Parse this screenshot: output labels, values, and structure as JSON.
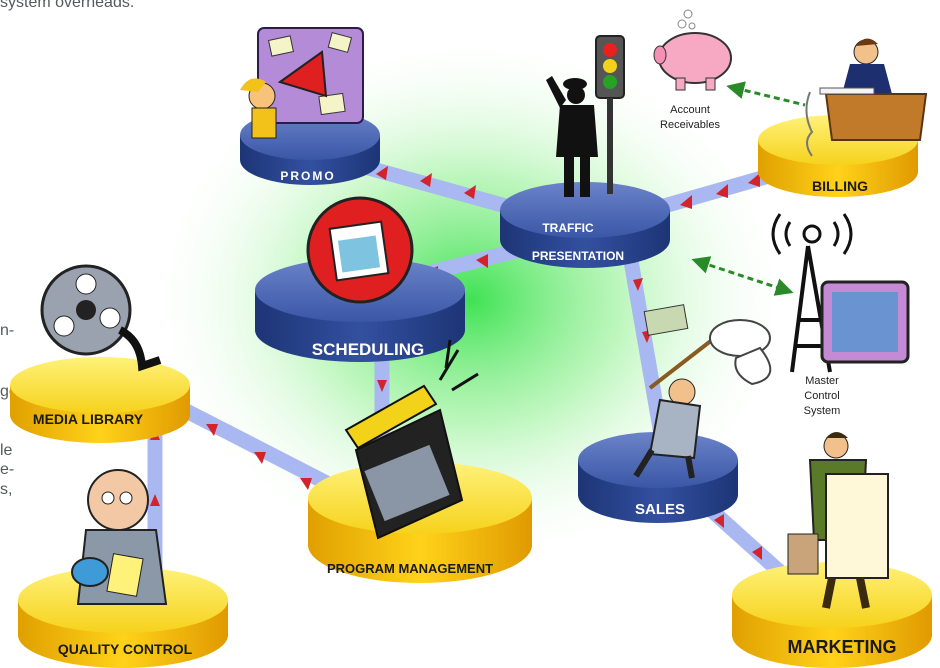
{
  "header_fragment": "system overheads.",
  "side_fragments": [
    "n-",
    "ge",
    "le",
    "e-",
    "s,"
  ],
  "nodes": {
    "promo": "PROMO",
    "traffic_line1": "TRAFFIC",
    "traffic_line2": "PRESENTATION",
    "billing": "BILLING",
    "scheduling": "SCHEDULING",
    "media_library": "MEDIA LIBRARY",
    "program_management": "PROGRAM MANAGEMENT",
    "sales": "SALES",
    "quality_control": "QUALITY CONTROL",
    "marketing": "MARKETING"
  },
  "captions": {
    "account_receivables_line1": "Account",
    "account_receivables_line2": "Receivables",
    "master_control_line1": "Master",
    "master_control_line2": "Control",
    "master_control_line3": "System"
  },
  "colors": {
    "blue_disk": "#2f4e9a",
    "yellow_disk": "#f5c400",
    "connector": "#a9b8f0",
    "arrow": "#d3232d",
    "dashed_arrow": "#2a8a2a",
    "glow": "#34e04a"
  }
}
